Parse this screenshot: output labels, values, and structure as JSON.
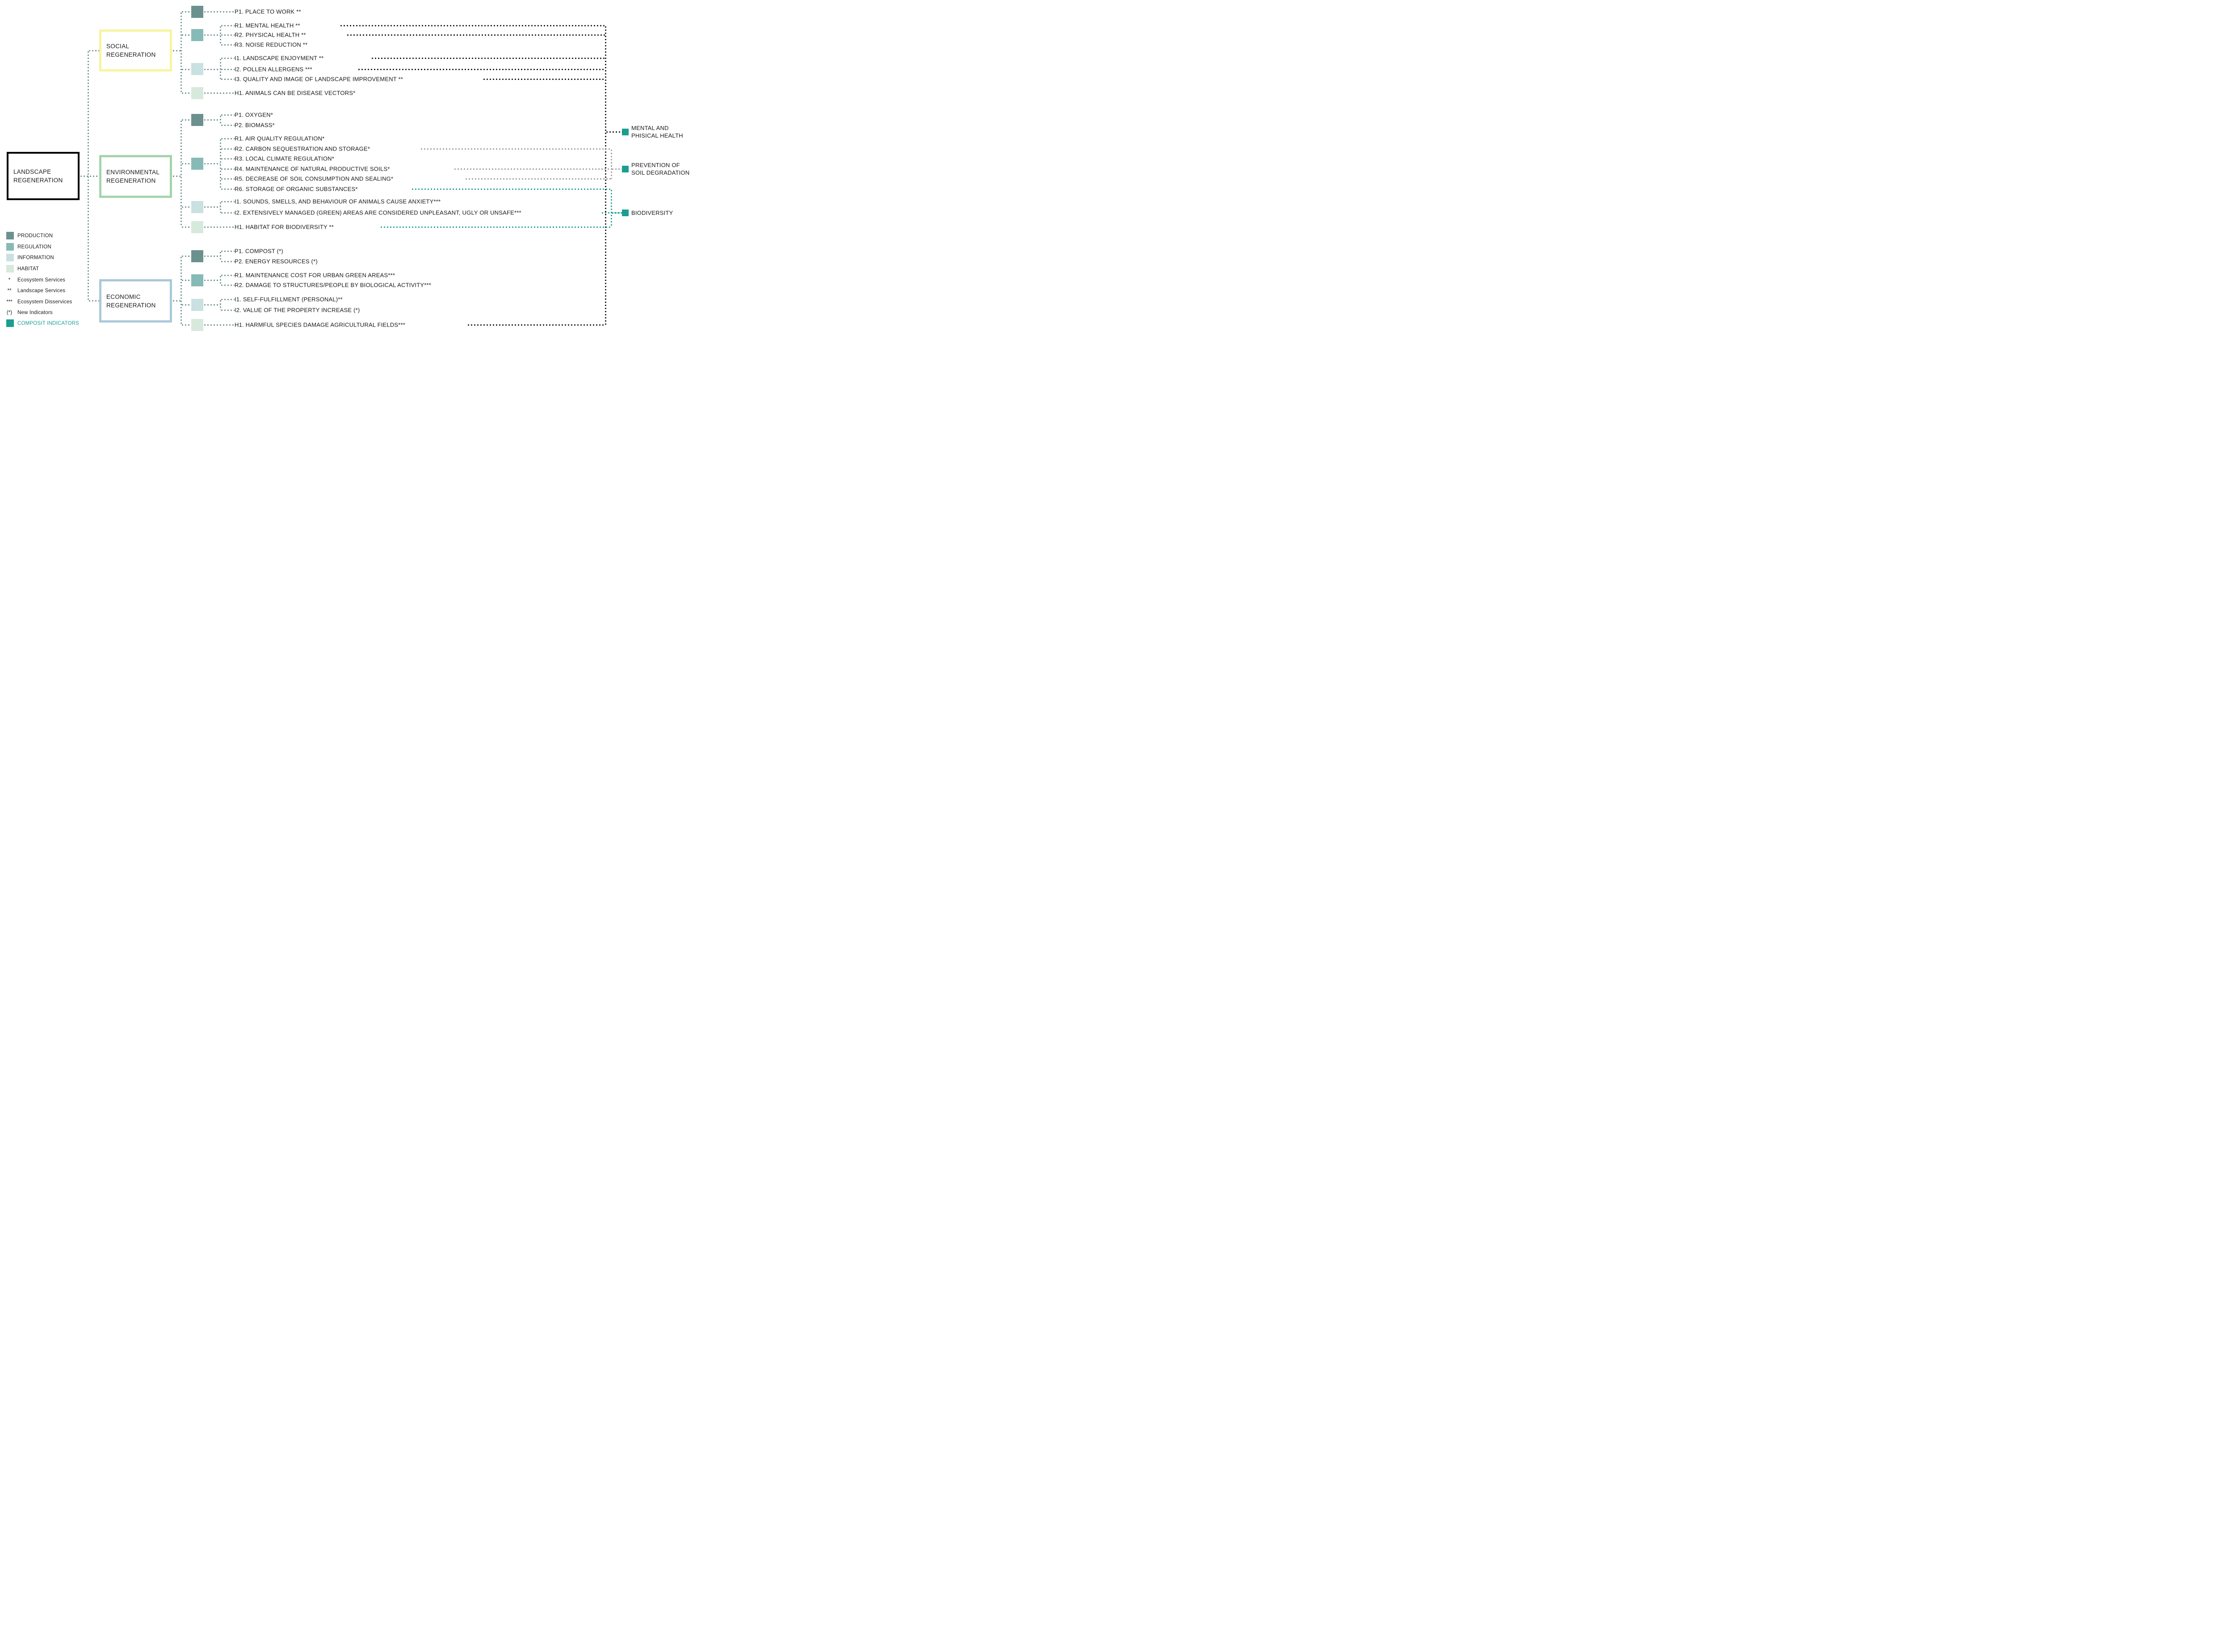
{
  "root": {
    "title_line1": "LANDSCAPE",
    "title_line2": "REGENERATION"
  },
  "groups": [
    {
      "title_line1": "SOCIAL",
      "title_line2": "REGENERATION",
      "indicators": {
        "p1": "P1. PLACE TO WORK **",
        "r1": "R1. MENTAL HEALTH **",
        "r2": "R2. PHYSICAL HEALTH **",
        "r3": "R3. NOISE REDUCTION **",
        "i1": "I1. LANDSCAPE ENJOYMENT **",
        "i2": "I2. POLLEN ALLERGENS ***",
        "i3": "I3. QUALITY AND IMAGE OF LANDSCAPE IMPROVEMENT  **",
        "h1": "H1. ANIMALS CAN BE DISEASE VECTORS*"
      }
    },
    {
      "title_line1": "ENVIRONMENTAL",
      "title_line2": "REGENERATION",
      "indicators": {
        "p1": "P1. OXYGEN*",
        "p2": "P2. BIOMASS*",
        "r1": "R1. AIR QUALITY REGULATION*",
        "r2": "R2. CARBON SEQUESTRATION AND STORAGE*",
        "r3": "R3. LOCAL CLIMATE REGULATION*",
        "r4": "R4. MAINTENANCE OF NATURAL PRODUCTIVE SOILS*",
        "r5": "R5. DECREASE OF SOIL CONSUMPTION AND SEALING*",
        "r6": "R6. STORAGE OF ORGANIC SUBSTANCES*",
        "i1": "I1. SOUNDS, SMELLS, AND BEHAVIOUR OF ANIMALS CAUSE ANXIETY***",
        "i2": "I2. EXTENSIVELY MANAGED (GREEN) AREAS ARE CONSIDERED UNPLEASANT, UGLY OR UNSAFE***",
        "h1": "H1. HABITAT FOR BIODIVERSITY **"
      }
    },
    {
      "title_line1": "ECONOMIC",
      "title_line2": "REGENERATION",
      "indicators": {
        "p1": "P1. COMPOST (*)",
        "p2": "P2. ENERGY RESOURCES (*)",
        "r1": "R1. MAINTENANCE COST FOR URBAN GREEN AREAS***",
        "r2": "R2. DAMAGE TO STRUCTURES/PEOPLE BY BIOLOGICAL ACTIVITY***",
        "i1": "I1. SELF-FULFILLMENT (PERSONAL)**",
        "i2": "I2. VALUE OF THE PROPERTY INCREASE (*)",
        "h1": "H1. HARMFUL SPECIES DAMAGE AGRICULTURAL FIELDS***"
      }
    }
  ],
  "composites": [
    {
      "line1": "MENTAL AND",
      "line2": "PHISICAL HEALTH"
    },
    {
      "line1": "PREVENTION OF",
      "line2": "SOIL DEGRADATION"
    },
    {
      "line1": "BIODIVERSITY",
      "line2": ""
    }
  ],
  "legend": {
    "production": "PRODUCTION",
    "regulation": "REGULATION",
    "information": "INFORMATION",
    "habitat": "HABITAT",
    "notes": [
      {
        "marker": "*",
        "label": "Ecosystem Services"
      },
      {
        "marker": "**",
        "label": "Landscape Services"
      },
      {
        "marker": "***",
        "label": "Ecosystem Disservices"
      },
      {
        "marker": "(*)",
        "label": "New Indicators"
      }
    ],
    "composite_label": "COMPOSIT INDICATORS"
  },
  "colors": {
    "production": "#6b918f",
    "regulation": "#87bab6",
    "information": "#c9e1e0",
    "habitat": "#d7e9dc",
    "composite": "#1b9e8f",
    "tree_connector": "#6e908f",
    "black_connector": "#141414",
    "gray_connector": "#9b9b9b",
    "social_border": "#f8f4a0",
    "environmental_border": "#a5d4aa",
    "economic_border": "#a9c9d8",
    "landscape_border": "#000000"
  }
}
